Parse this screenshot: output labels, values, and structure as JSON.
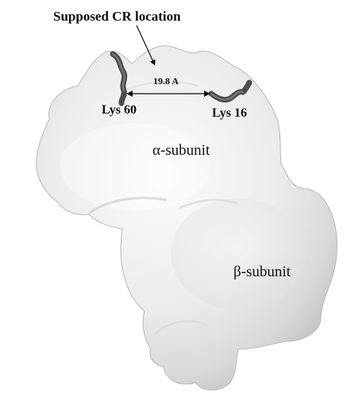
{
  "title": "Supposed CR location",
  "residue_a": "Lys 60",
  "residue_b": "Lys 16",
  "distance_label": "19.8 A",
  "subunit_alpha": "α-subunit",
  "subunit_beta": "β-subunit",
  "colors": {
    "surface": "#efefef",
    "surface_shade": "#cdcdcd",
    "residue": "#4a4d4d",
    "text": "#111111"
  }
}
